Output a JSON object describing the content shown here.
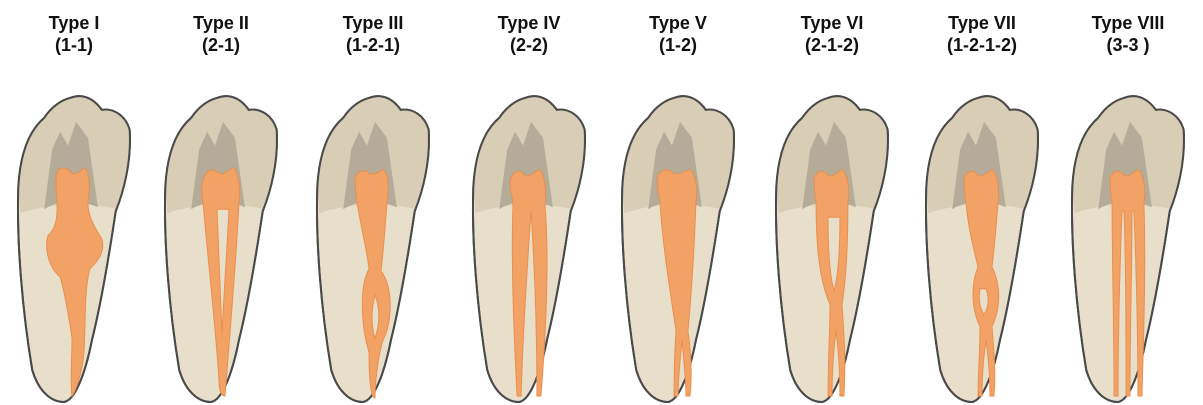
{
  "colors": {
    "root_fill": "#e8dfca",
    "outline": "#4a4a4a",
    "crown_band": "#d8ceb6",
    "pulp_chamber_shadow": "#b4ab98",
    "canal_fill": "#f3a266",
    "canal_edge": "#ea8e4e"
  },
  "canal_types": [
    {
      "type": "Type I",
      "pattern": "(1-1)"
    },
    {
      "type": "Type II",
      "pattern": "(2-1)"
    },
    {
      "type": "Type III",
      "pattern": "(1-2-1)"
    },
    {
      "type": "Type IV",
      "pattern": "(2-2)"
    },
    {
      "type": "Type V",
      "pattern": "(1-2)"
    },
    {
      "type": "Type VI",
      "pattern": "(2-1-2)"
    },
    {
      "type": "Type VII",
      "pattern": "(1-2-1-2)"
    },
    {
      "type": "Type VIII",
      "pattern": "(3-3 )"
    }
  ]
}
